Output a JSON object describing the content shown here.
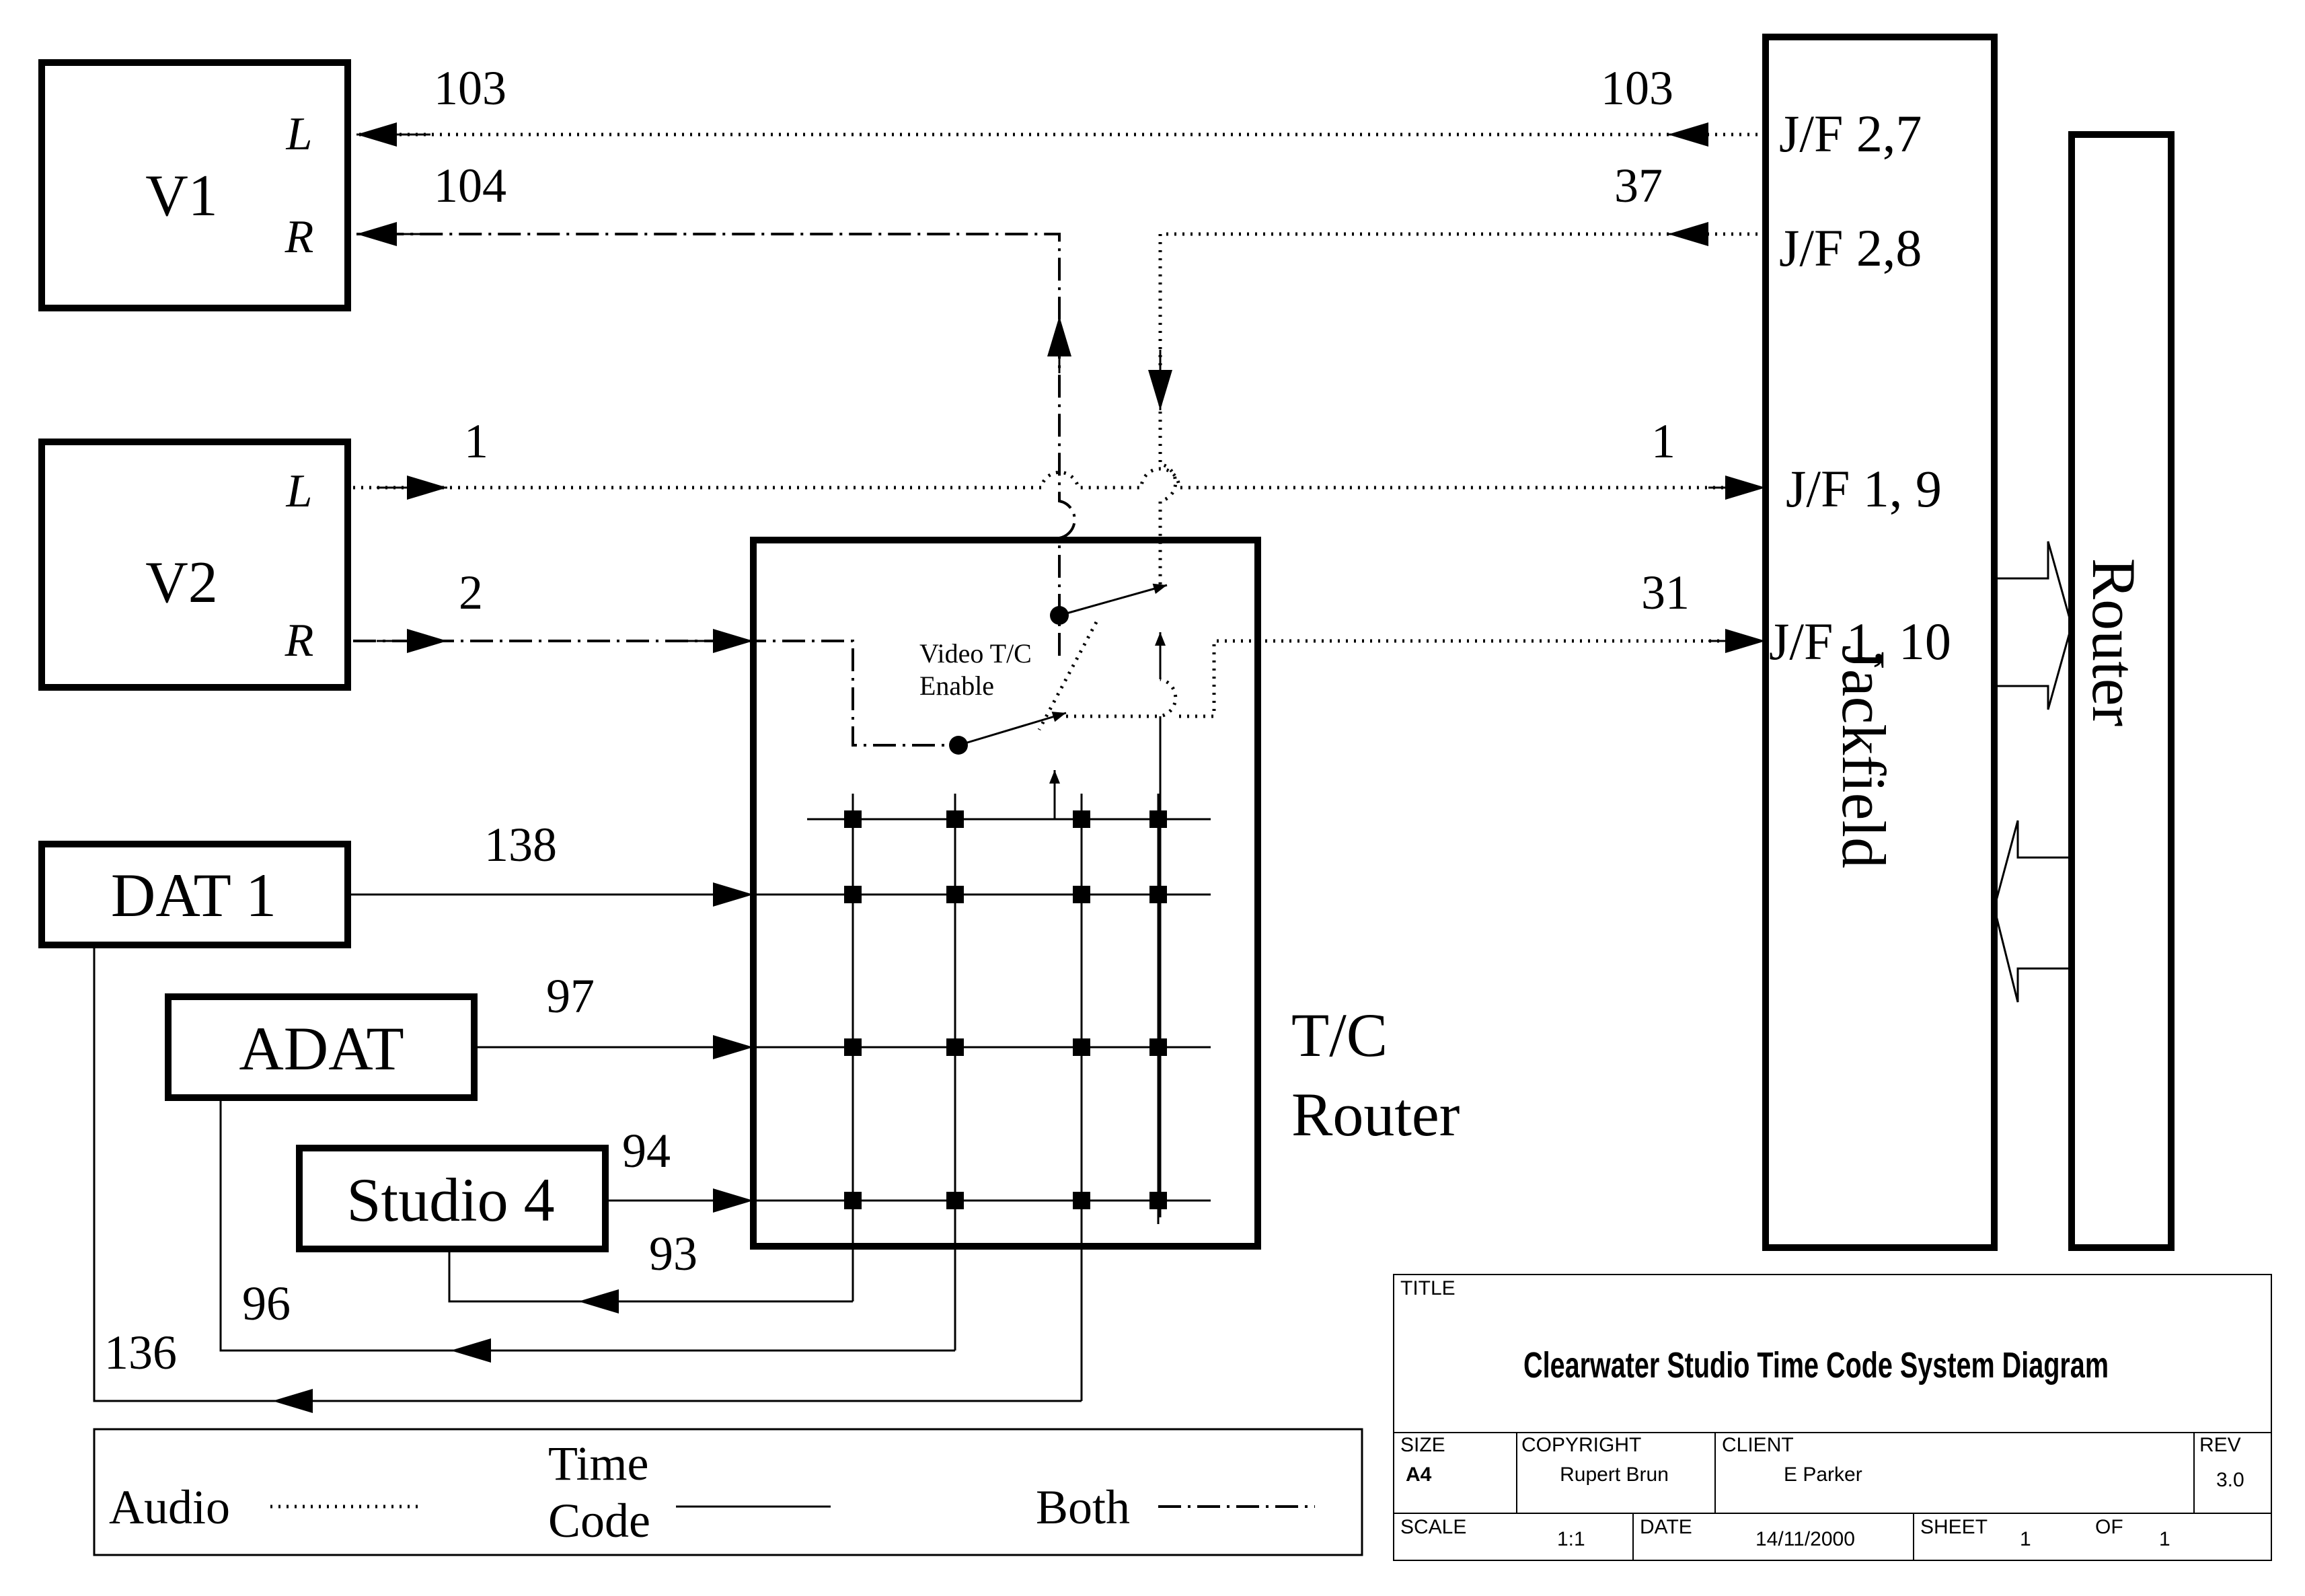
{
  "devices": {
    "v1": {
      "name": "V1",
      "left": "L",
      "right": "R"
    },
    "v2": {
      "name": "V2",
      "left": "L",
      "right": "R"
    },
    "dat1": "DAT 1",
    "adat": "ADAT",
    "studio4": "Studio 4"
  },
  "tc_router": {
    "line1": "T/C",
    "line2": "Router"
  },
  "switch_label": {
    "line1": "Video T/C",
    "line2": "Enable"
  },
  "jackfield": {
    "name": "Jackfield",
    "ports": [
      "J/F 2,7",
      "J/F 2,8",
      "J/F 1, 9",
      "J/F 1, 10"
    ]
  },
  "router": "Router",
  "wire_numbers": {
    "v1_l": "103",
    "jf27": "103",
    "v1_r": "104",
    "jf28": "37",
    "v2_l": "1",
    "jf19": "1",
    "v2_r": "2",
    "jf110": "31",
    "dat1": "138",
    "adat": "97",
    "studio4_in": "94",
    "studio4_out": "93",
    "adat_out": "96",
    "dat1_out": "136"
  },
  "legend": {
    "audio": "Audio",
    "timecode_line1": "Time",
    "timecode_line2": "Code",
    "both": "Both"
  },
  "title_block": {
    "title_label": "TITLE",
    "title": "Clearwater  Studio Time Code System Diagram",
    "size_label": "SIZE",
    "size": "A4",
    "copyright_label": "COPYRIGHT",
    "copyright": "Rupert Brun",
    "client_label": "CLIENT",
    "client": "E Parker",
    "rev_label": "REV",
    "rev": "3.0",
    "scale_label": "SCALE",
    "scale": "1:1",
    "date_label": "DATE",
    "date": "14/11/2000",
    "sheet_label": "SHEET",
    "sheet": "1",
    "of_label": "OF",
    "of": "1"
  }
}
